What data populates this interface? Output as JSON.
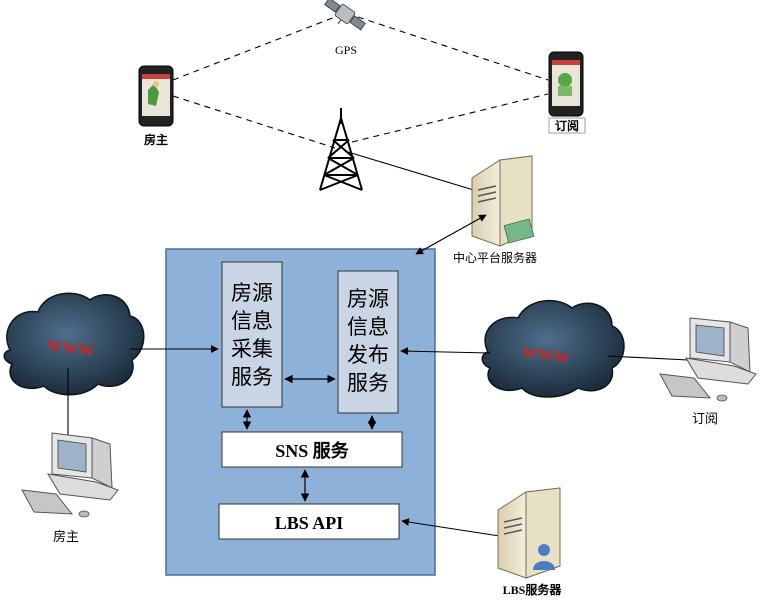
{
  "labels": {
    "gps": "GPS",
    "landlord_phone": "房主",
    "subscriber_phone": "订阅",
    "central_server": "中心平台服务器",
    "landlord_pc": "房主",
    "subscriber_pc": "订阅",
    "lbs_server": "LBS服务器",
    "www_left": "WWW",
    "www_right": "WWW"
  },
  "platform": {
    "collect_service": [
      "房源",
      "信息",
      "采集",
      "服务"
    ],
    "publish_service": [
      "房源",
      "信息",
      "发布",
      "服务"
    ],
    "sns_service": "SNS 服务",
    "lbs_api": "LBS API"
  },
  "colors": {
    "platform_fill": "#8eb1da",
    "platform_stroke": "#4a6c98",
    "service_fill": "#c9d5e4",
    "cloud_fill": "#1f3347",
    "www_text": "#d42020"
  }
}
